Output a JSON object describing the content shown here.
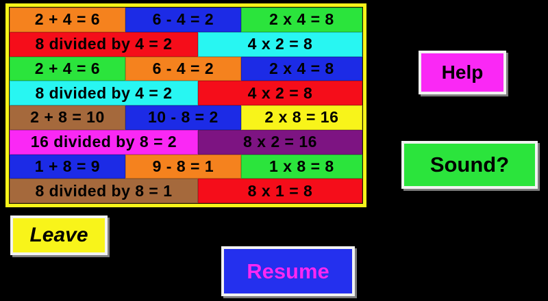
{
  "app": {
    "background_color": "#000000"
  },
  "board": {
    "frame_color": "#F8F41A",
    "rows": [
      {
        "cells": [
          {
            "text": "2 + 4 = 6",
            "bg": "#F5821E",
            "w": 32.8
          },
          {
            "text": "6 - 4 = 2",
            "bg": "#1C2BE6",
            "w": 32.8
          },
          {
            "text": "2 x 4 = 8",
            "bg": "#2BE43C",
            "w": 34.4
          }
        ]
      },
      {
        "cells": [
          {
            "text": "8 divided by 4 = 2",
            "bg": "#F50D1A",
            "w": 53.4
          },
          {
            "text": "4 x 2 = 8",
            "bg": "#28F6F2",
            "w": 46.6
          }
        ]
      },
      {
        "cells": [
          {
            "text": "2 + 4 = 6",
            "bg": "#2BE43C",
            "w": 32.8
          },
          {
            "text": "6 - 4 = 2",
            "bg": "#F5821E",
            "w": 32.8
          },
          {
            "text": "2 x 4 = 8",
            "bg": "#1C2BE6",
            "w": 34.4
          }
        ]
      },
      {
        "cells": [
          {
            "text": "8 divided by 4 = 2",
            "bg": "#28F6F2",
            "w": 53.4
          },
          {
            "text": "4 x 2 = 8",
            "bg": "#F50D1A",
            "w": 46.6
          }
        ]
      },
      {
        "cells": [
          {
            "text": "2 + 8 = 10",
            "bg": "#A5693C",
            "w": 32.8
          },
          {
            "text": "10 - 8 = 2",
            "bg": "#1C2BE6",
            "w": 32.8
          },
          {
            "text": "2 x 8 = 16",
            "bg": "#F8F41A",
            "w": 34.4
          }
        ]
      },
      {
        "cells": [
          {
            "text": "16 divided by 8 = 2",
            "bg": "#FA28F5",
            "w": 53.4
          },
          {
            "text": "8 x 2 = 16",
            "bg": "#7D1482",
            "w": 46.6
          }
        ]
      },
      {
        "cells": [
          {
            "text": "1 + 8 = 9",
            "bg": "#1C2BE6",
            "w": 32.8
          },
          {
            "text": "9 - 8 = 1",
            "bg": "#F5821E",
            "w": 32.8
          },
          {
            "text": "1 x 8 = 8",
            "bg": "#2BE43C",
            "w": 34.4
          }
        ]
      },
      {
        "cells": [
          {
            "text": "8 divided by 8 = 1",
            "bg": "#A5693C",
            "w": 53.4
          },
          {
            "text": "8 x 1 = 8",
            "bg": "#F50D1A",
            "w": 46.6
          }
        ]
      }
    ]
  },
  "buttons": {
    "help": {
      "label": "Help",
      "bg": "#FA28F5",
      "text_color": "#000000"
    },
    "sound": {
      "label": "Sound?",
      "bg": "#2BE43C",
      "text_color": "#000000"
    },
    "leave": {
      "label": "Leave",
      "bg": "#F8F41A",
      "text_color": "#000000"
    },
    "resume": {
      "label": "Resume",
      "bg": "#2430EE",
      "text_color": "#FA28F5"
    }
  }
}
